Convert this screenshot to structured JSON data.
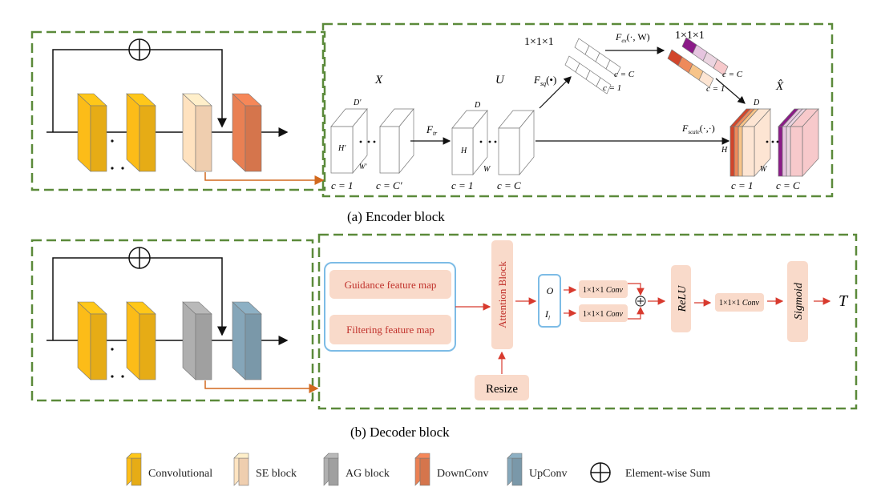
{
  "colors": {
    "convolutional": "#F2B517",
    "se_block": "#FCD9B8",
    "ag_block": "#A8A8A8",
    "downconv": "#E07B50",
    "upconv": "#80A0B2",
    "dashed_border": "#5B8A3A",
    "pink_box": "#F9DACA",
    "red": "#D83A2E",
    "blue_border": "#7DBCE6"
  },
  "encoder": {
    "caption": "(a) Encoder block",
    "x_label": "X",
    "u_label": "U",
    "xhat_label": "X̂",
    "d_prime": "D'",
    "h_prime": "H'",
    "w_prime": "W'",
    "d": "D",
    "h": "H",
    "w": "W",
    "c1": "c = 1",
    "c_prime": "c = C'",
    "cC": "c = C",
    "f_tr": "F",
    "f_tr_sub": "tr",
    "f_sq": "F",
    "f_sq_sub": "sq",
    "f_sq_arg": "(•)",
    "f_ex": "F",
    "f_ex_sub": "ex",
    "f_ex_arg": "(·, W)",
    "f_scale": "F",
    "f_scale_sub": "scale",
    "f_scale_arg": "(·,·)",
    "vec_size": "1×1×1"
  },
  "decoder": {
    "caption": "(b) Decoder block",
    "guidance": "Guidance feature map",
    "filtering": "Filtering feature map",
    "attention": "Attention Block",
    "resize": "Resize",
    "o": "O",
    "i": "I",
    "i_sub": "l",
    "conv_prefix": "1×1×1 ",
    "conv_suffix": "Conv",
    "relu": "ReLU",
    "sigmoid": "Sigmoid",
    "output": "T"
  },
  "legend": [
    {
      "label": "Convolutional",
      "icon": "convolutional-block-icon"
    },
    {
      "label": "SE block",
      "icon": "se-block-icon"
    },
    {
      "label": "AG block",
      "icon": "ag-block-icon"
    },
    {
      "label": "DownConv",
      "icon": "downconv-block-icon"
    },
    {
      "label": "UpConv",
      "icon": "upconv-block-icon"
    },
    {
      "label": "Element-wise Sum",
      "icon": "element-wise-sum-icon"
    }
  ]
}
